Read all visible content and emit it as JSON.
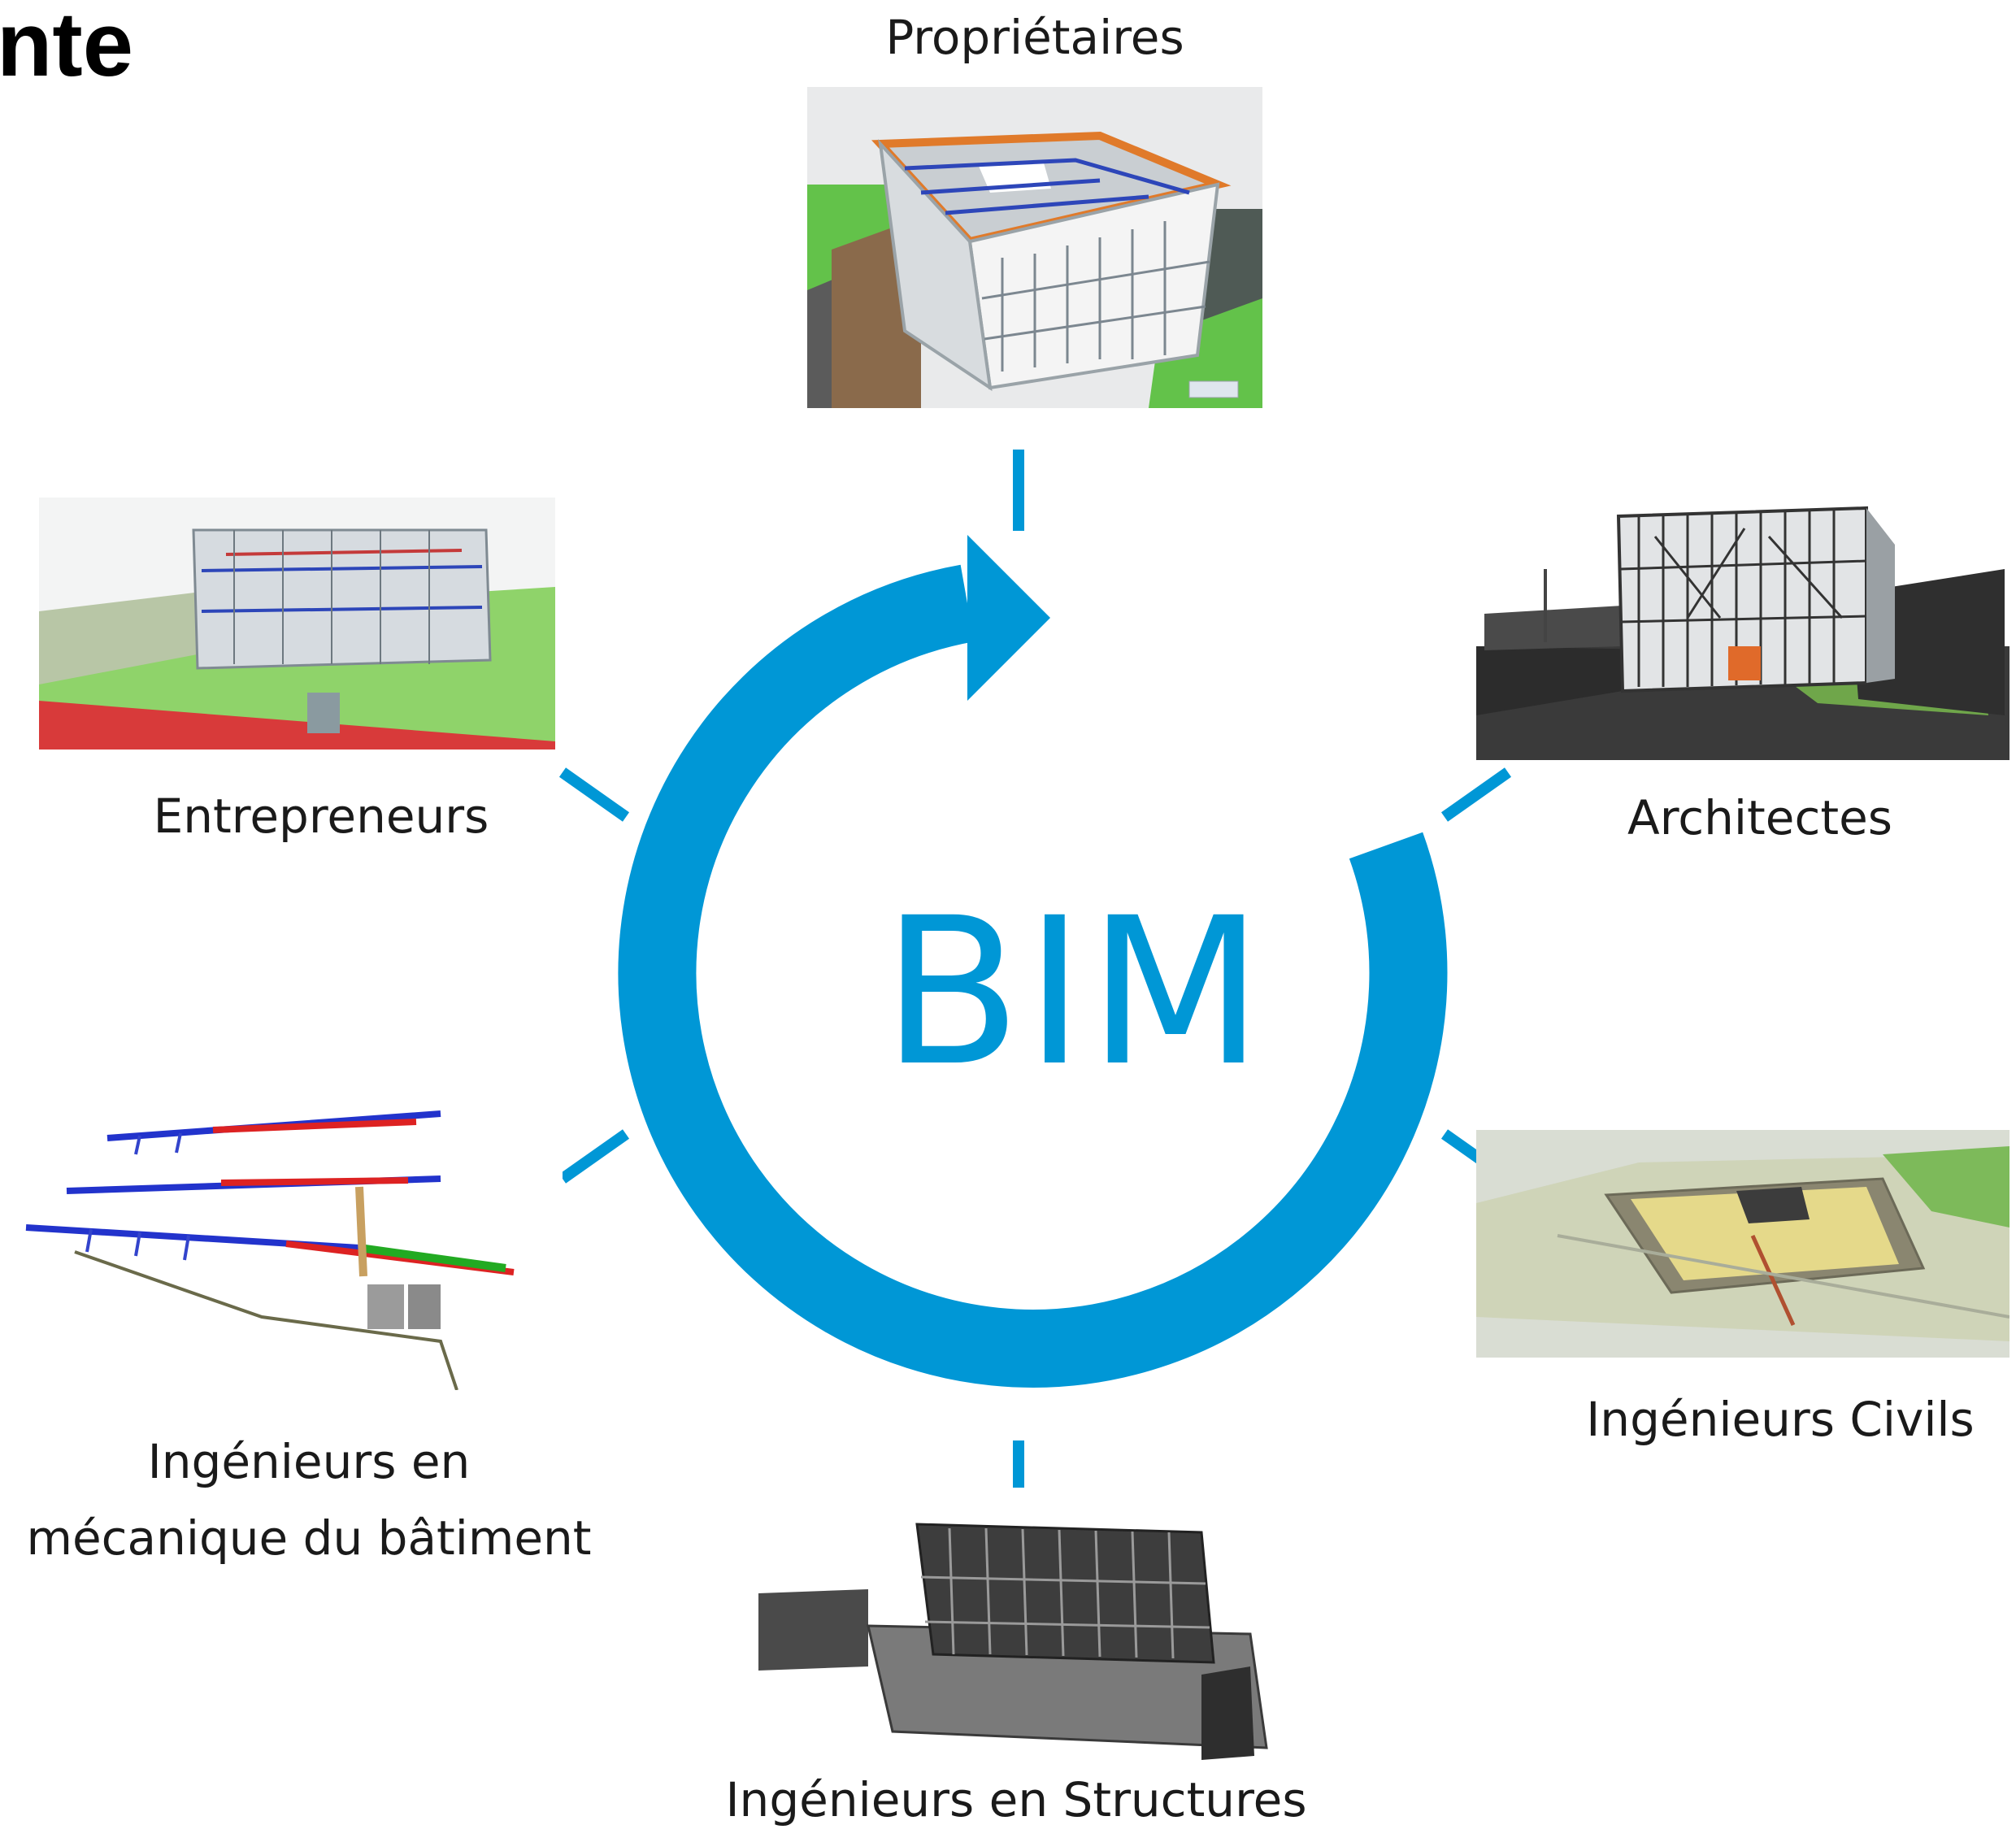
{
  "corner_title": "nte",
  "center_label": "BIM",
  "accent_color": "#0097d6",
  "roles": {
    "proprietaires": "Propriétaires",
    "architectes": "Architectes",
    "ingenieurs_civils": "Ingénieurs Civils",
    "ingenieurs_structures": "Ingénieurs en Structures",
    "ingenieurs_mecanique_line1": "Ingénieurs en",
    "ingenieurs_mecanique_line2": "mécanique du bâtiment",
    "entrepreneurs": "Entrepreneurs"
  }
}
